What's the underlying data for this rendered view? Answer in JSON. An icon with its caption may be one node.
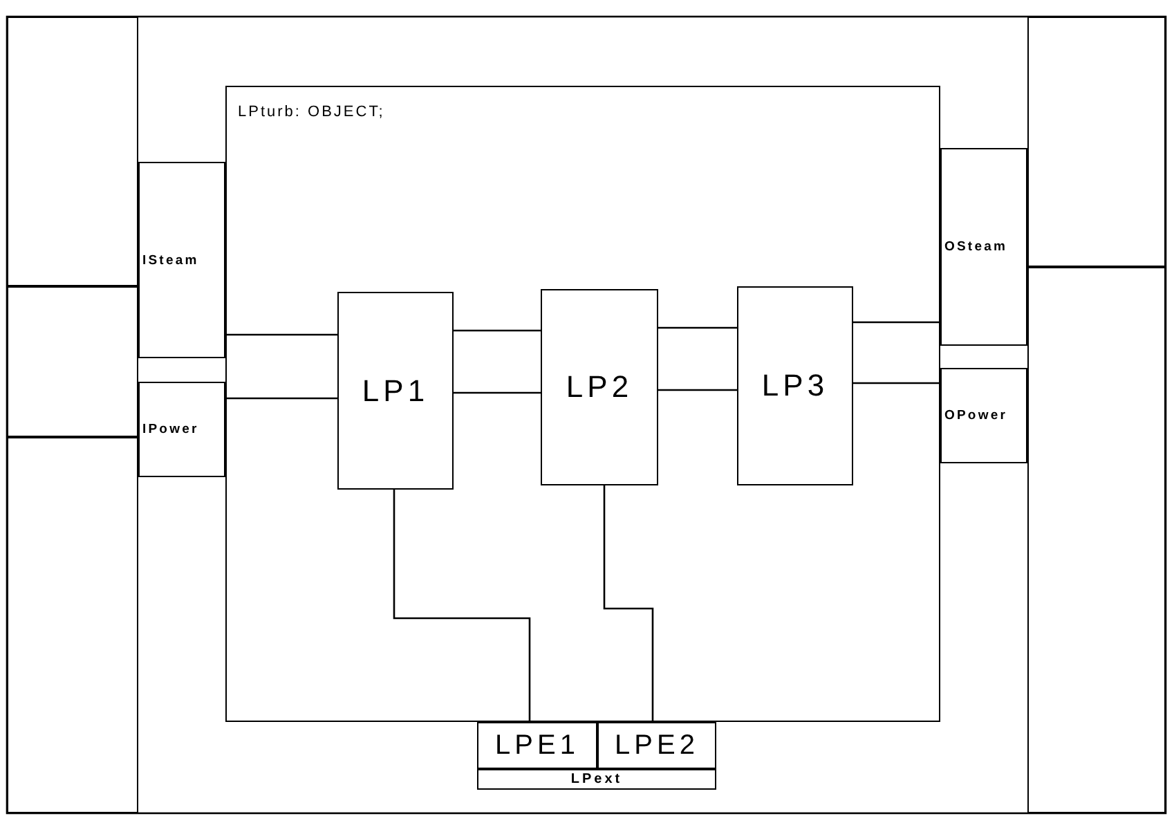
{
  "diagram": {
    "nodes": [
      {
        "text": [],
        "shape": "box"
      },
      {
        "text": [],
        "shape": "box"
      },
      {
        "text": [],
        "shape": "box"
      },
      {
        "text": [
          "ISteam"
        ]
      },
      {
        "text": [
          "IPower"
        ]
      },
      {
        "text": [
          "LPturb: OBJECT;"
        ]
      },
      {
        "text": [
          "LP1"
        ],
        "in": 5
      },
      {
        "text": [
          "LP2"
        ],
        "in": 5
      },
      {
        "text": [
          "LP3"
        ],
        "in": 5
      },
      {
        "text": [
          "OSteam"
        ]
      },
      {
        "text": [
          "OPower"
        ]
      },
      {
        "text": [],
        "shape": "box"
      },
      {
        "text": [],
        "shape": "box"
      },
      {
        "text": [
          "LPE1"
        ]
      },
      {
        "text": [
          "LPE2"
        ]
      },
      {
        "text": [
          "LPext"
        ]
      }
    ],
    "edges": [
      {
        "from": 5,
        "to": 6,
        "arrow": "none"
      },
      {
        "from": 5,
        "to": 6,
        "arrow": "none"
      },
      {
        "from": 6,
        "to": 7,
        "arrow": "none"
      },
      {
        "from": 6,
        "to": 7,
        "arrow": "none"
      },
      {
        "from": 7,
        "to": 8,
        "arrow": "none"
      },
      {
        "from": 7,
        "to": 8,
        "arrow": "none"
      },
      {
        "from": 8,
        "to": 5,
        "arrow": "none"
      },
      {
        "from": 8,
        "to": 5,
        "arrow": "none"
      },
      {
        "from": 6,
        "to": 13,
        "arrow": "none"
      },
      {
        "from": 7,
        "to": 14,
        "arrow": "none"
      }
    ]
  }
}
